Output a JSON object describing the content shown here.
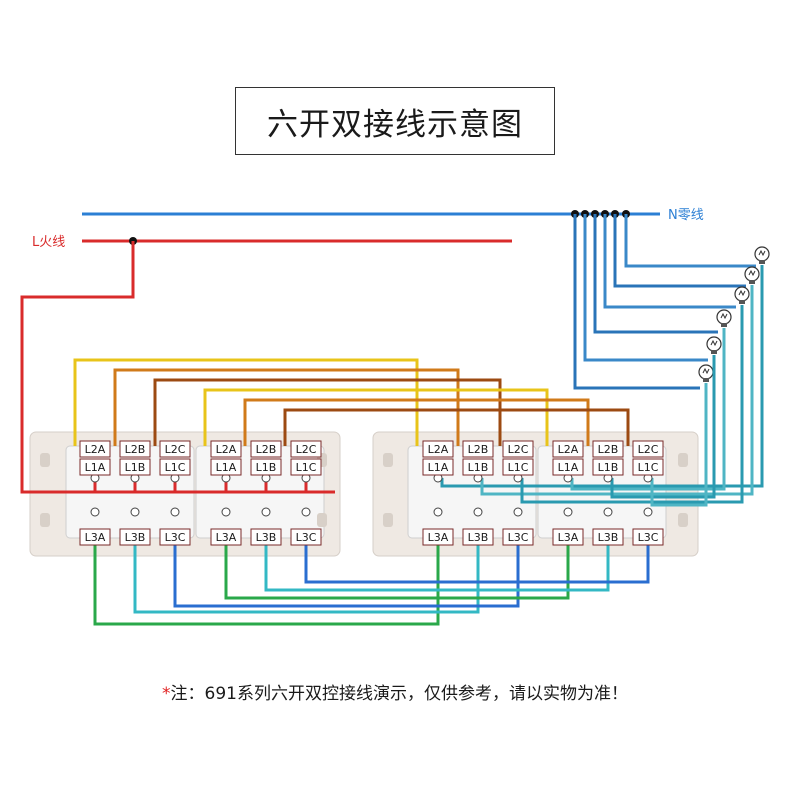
{
  "title": "六开双接线示意图",
  "lines": {
    "neutral_label": "N零线",
    "live_label": "L火线"
  },
  "terminals": {
    "top": [
      "L2A",
      "L2B",
      "L2C"
    ],
    "middle": [
      "L1A",
      "L1B",
      "L1C"
    ],
    "bottom": [
      "L3A",
      "L3B",
      "L3C"
    ]
  },
  "note": {
    "star": "*",
    "text": "注：691系列六开双控接线演示，仅供参考，请以实物为准！"
  },
  "colors": {
    "neutral": "#2b7fd4",
    "live": "#d92b2b",
    "yellow": "#e8c41a",
    "orange": "#d07a1a",
    "brown": "#9c4a12",
    "green": "#2aa84a",
    "cyan": "#33b8c4",
    "blue": "#2a6ed0",
    "teal": "#2a8aa0"
  }
}
